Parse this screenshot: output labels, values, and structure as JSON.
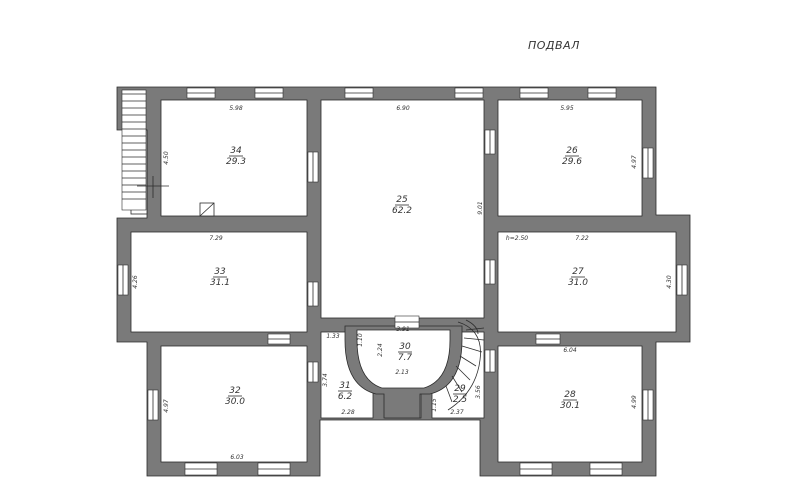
{
  "title": "ПОДВАЛ",
  "rooms": [
    {
      "number": "34",
      "area": "29.3"
    },
    {
      "number": "25",
      "area": "62.2"
    },
    {
      "number": "26",
      "area": "29.6"
    },
    {
      "number": "33",
      "area": "31.1"
    },
    {
      "number": "27",
      "area": "31.0"
    },
    {
      "number": "30",
      "area": "7.7"
    },
    {
      "number": "31",
      "area": "6.2"
    },
    {
      "number": "29",
      "area": "2.5"
    },
    {
      "number": "32",
      "area": "30.0"
    },
    {
      "number": "28",
      "area": "30.1"
    }
  ],
  "dimensions": {
    "r34_width": "5.98",
    "r34_height": "4.50",
    "r25_width": "6.90",
    "r25_height": "9.01",
    "r26_width": "5.95",
    "r26_height": "4.97",
    "r33_width": "7.29",
    "r33_height": "4.26",
    "r27_width": "7.22",
    "r27_height": "4.30",
    "r27_ceiling": "h=2.50",
    "r30_width": "3.91",
    "r30_height": "2.24",
    "r30_side": "1.10",
    "r31_top": "1.33",
    "r31_height": "3.74",
    "r31_mid": "2.13",
    "r31_bottom": "2.28",
    "r29_side": "1.15",
    "r29_bottom": "2.37",
    "r29_height": "3.56",
    "r32_width": "6.03",
    "r32_height": "4.97",
    "r28_width": "6.04",
    "r28_height": "4.99"
  }
}
